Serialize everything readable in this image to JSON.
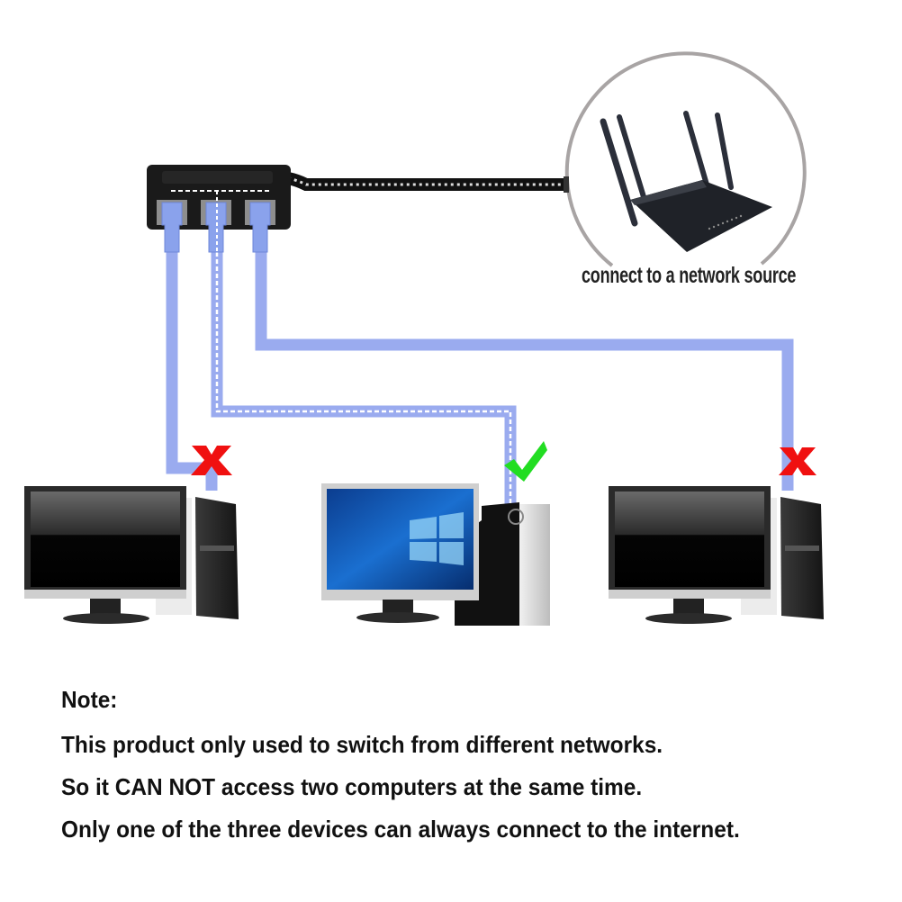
{
  "router": {
    "caption": "connect to a network source"
  },
  "switch_box": {
    "port_count": 3,
    "active_port": 2
  },
  "computers": [
    {
      "label": "computer-left",
      "status": "not-connected",
      "status_icon": "red-x-icon",
      "screen": "black"
    },
    {
      "label": "computer-center",
      "status": "connected",
      "status_icon": "green-check-icon",
      "screen": "windows-desktop"
    },
    {
      "label": "computer-right",
      "status": "not-connected",
      "status_icon": "red-x-icon",
      "screen": "black"
    }
  ],
  "colors": {
    "cable": "#9aabef",
    "switch_body": "#1a1a1a",
    "x_mark": "#f01010",
    "check_mark": "#22dd22",
    "circle": "#a8a4a4",
    "screen_blue": "#0a4fa8"
  },
  "note": {
    "title": "Note:",
    "lines": [
      "This product only used to switch from different networks.",
      "So it CAN NOT access two computers at the same time.",
      "Only one of the three devices can always connect to the internet."
    ]
  }
}
